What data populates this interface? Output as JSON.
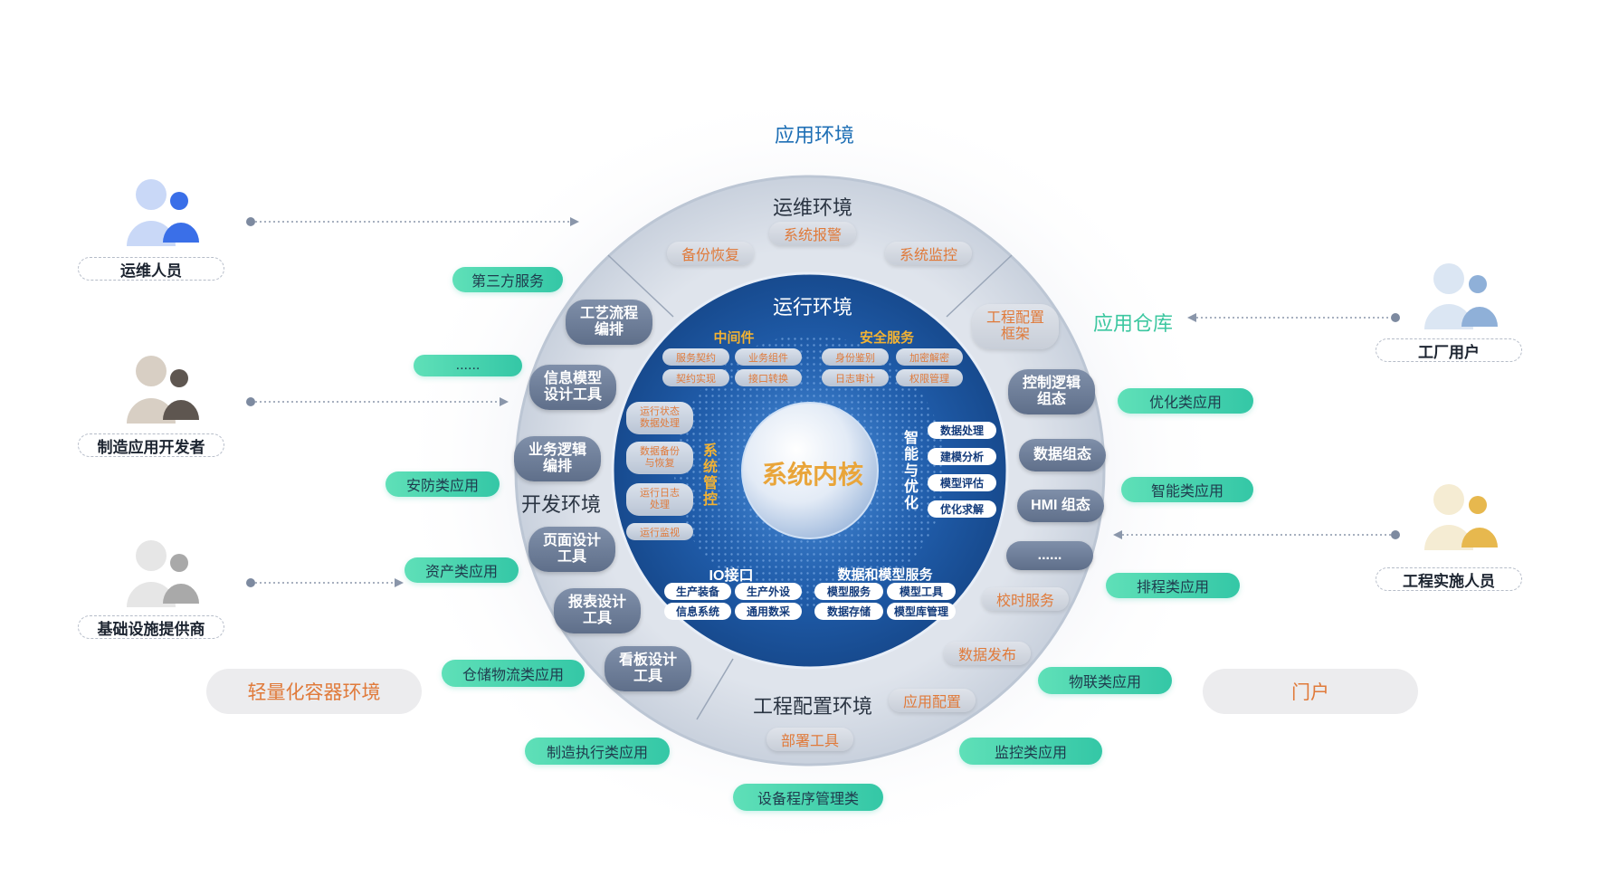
{
  "labels": {
    "app_env": "应用环境",
    "ops_env": "运维环境",
    "run_env": "运行环境",
    "dev_env": "开发环境",
    "eng_env": "工程配置环境",
    "app_store": "应用仓库",
    "kernel": "系统内核",
    "middleware": "中间件",
    "security": "安全服务",
    "sysmgmt": "系统管控",
    "smart": "智能与优化",
    "io": "IO接口",
    "datamodel": "数据和模型服务"
  },
  "users": {
    "ops": "运维人员",
    "devs": "制造应用开发者",
    "infra": "基础设施提供商",
    "factory": "工厂用户",
    "impl": "工程实施人员"
  },
  "ops_items": [
    "系统报警",
    "备份恢复",
    "系统监控"
  ],
  "dev_tools": [
    "工艺流程\n编排",
    "信息模型\n设计工具",
    "业务逻辑\n编排",
    "页面设计\n工具",
    "报表设计\n工具",
    "看板设计\n工具"
  ],
  "eng_tools_right": [
    "工程配置\n框架",
    "控制逻辑\n组态",
    "数据组态",
    "HMI 组态",
    "......"
  ],
  "eng_items": [
    "校时服务",
    "数据发布",
    "应用配置",
    "部署工具"
  ],
  "middleware_items": [
    "服务契约",
    "业务组件",
    "契约实现",
    "接口转换"
  ],
  "security_items": [
    "身份鉴别",
    "加密解密",
    "日志审计",
    "权限管理"
  ],
  "sysmgmt_items": [
    "运行状态\n数据处理",
    "数据备份\n与恢复",
    "运行日志\n处理",
    "运行监视"
  ],
  "smart_items": [
    "数据处理",
    "建模分析",
    "模型评估",
    "优化求解"
  ],
  "io_items": [
    "生产装备",
    "生产外设",
    "信息系统",
    "通用数采"
  ],
  "datamodel_items": [
    "模型服务",
    "模型工具",
    "数据存储",
    "模型库管理"
  ],
  "apps_left": [
    "第三方服务",
    "......",
    "安防类应用",
    "资产类应用",
    "仓储物流类应用",
    "制造执行类应用",
    "设备程序管理类"
  ],
  "apps_right": [
    "优化类应用",
    "智能类应用",
    "排程类应用",
    "物联类应用",
    "监控类应用"
  ],
  "containers": {
    "left": "轻量化容器环境",
    "right": "门户"
  },
  "colors": {
    "blue_core": "#1f5ba8",
    "ring": "#d6dce6",
    "accent_orange": "#e07a3a",
    "accent_gold": "#f2b233",
    "app_green": "#34c7a6",
    "title_blue": "#1e6fb5",
    "store_green": "#3cc7a0"
  }
}
